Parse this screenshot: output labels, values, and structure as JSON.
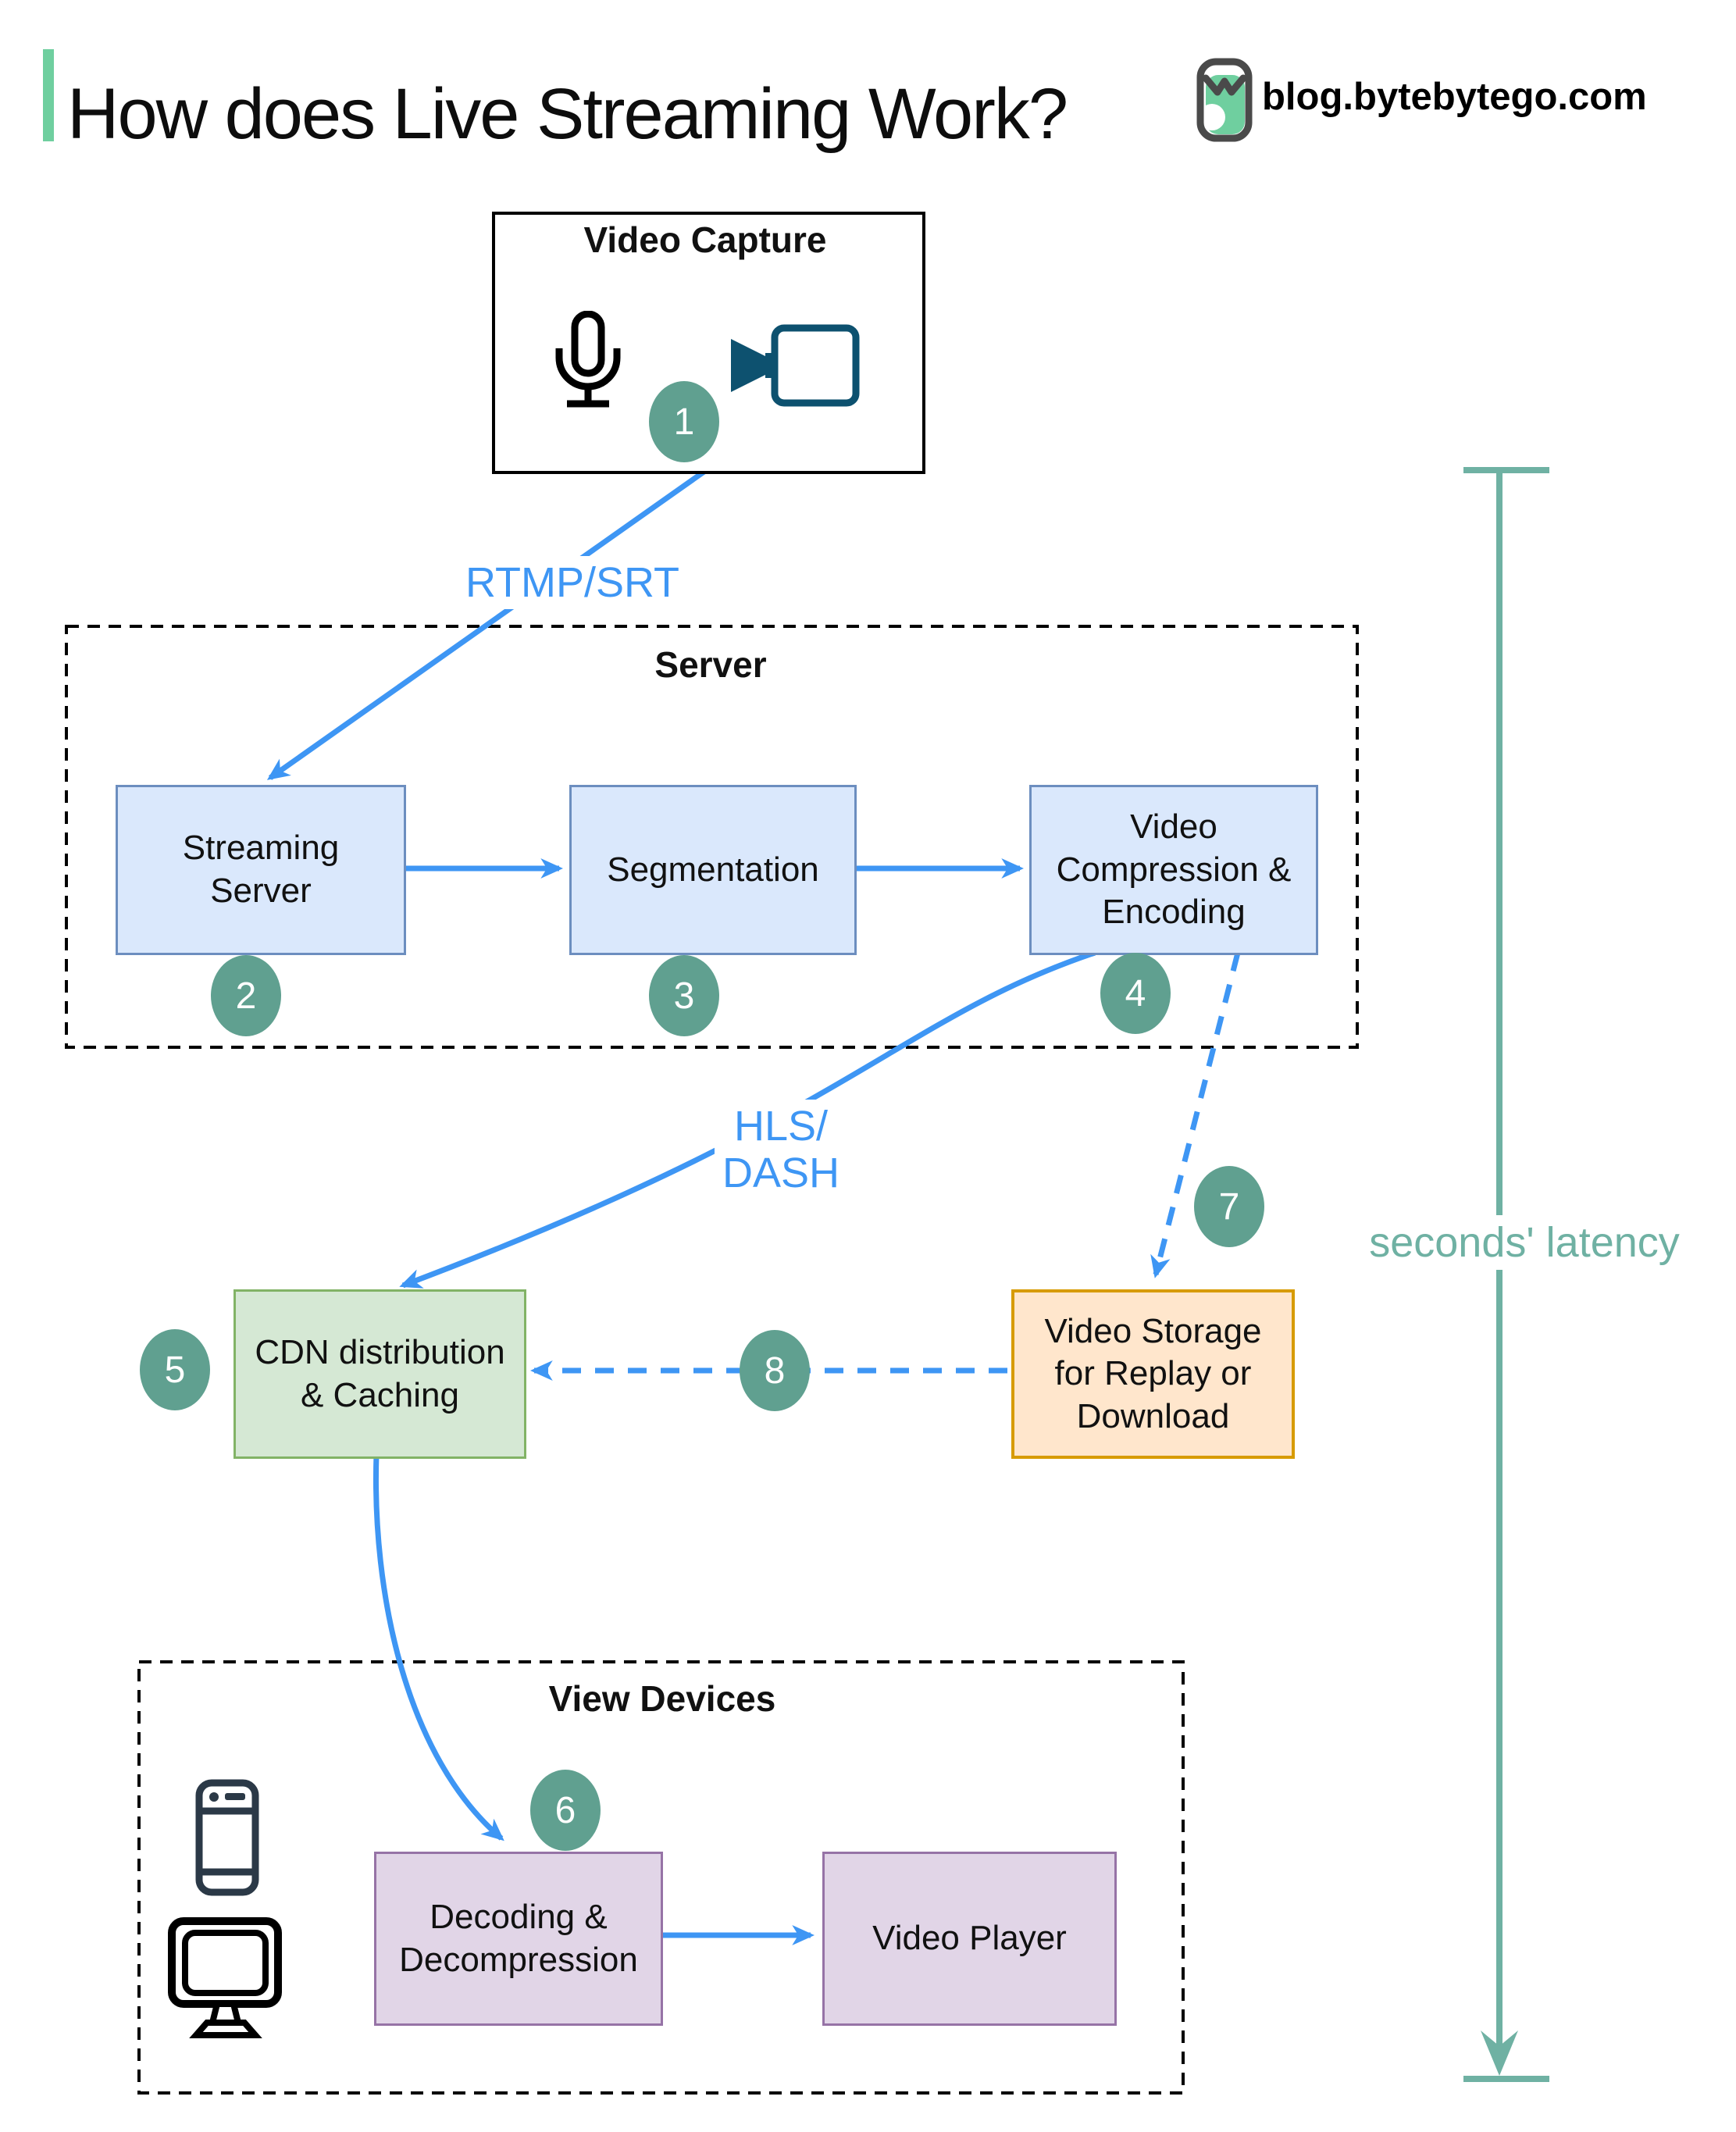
{
  "header": {
    "title": "How does Live Streaming Work?",
    "site": "blog.bytebytego.com",
    "logo_icon": "bytebytego-owl-logo",
    "accent_bar_color": "#6fcf9f"
  },
  "capture": {
    "title": "Video Capture",
    "mic_icon": "microphone-icon",
    "camera_icon": "video-camera-icon"
  },
  "server_group": {
    "title": "Server",
    "streaming_label": "Streaming\nServer",
    "segmentation_label": "Segmentation",
    "compression_label": "Video\nCompression &\nEncoding"
  },
  "middle": {
    "cdn_label": "CDN distribution\n& Caching",
    "storage_label": "Video Storage\nfor Replay or\nDownload"
  },
  "view_devices": {
    "title": "View Devices",
    "phone_icon": "smartphone-icon",
    "monitor_icon": "desktop-monitor-icon",
    "decoding_label": "Decoding &\nDecompression",
    "player_label": "Video Player"
  },
  "edge_labels": {
    "rtmp": "RTMP/SRT",
    "hls": "HLS/\nDASH",
    "latency": "seconds' latency"
  },
  "steps": [
    "1",
    "2",
    "3",
    "4",
    "5",
    "6",
    "7",
    "8"
  ],
  "colors": {
    "arrow_blue": "#3e96f4",
    "box_blue_fill": "#dae8fc",
    "box_blue_border": "#6c8ebf",
    "green_fill": "#d5e8d4",
    "green_border": "#82b366",
    "orange_fill": "#ffe6cc",
    "orange_border": "#d79b00",
    "purple_fill": "#e1d5e7",
    "purple_border": "#9673a6",
    "step_circle_teal": "#60a090",
    "latency_teal": "#6fb1a3",
    "camera_teal": "#0d516f",
    "mint_bar": "#6fcf9f"
  }
}
